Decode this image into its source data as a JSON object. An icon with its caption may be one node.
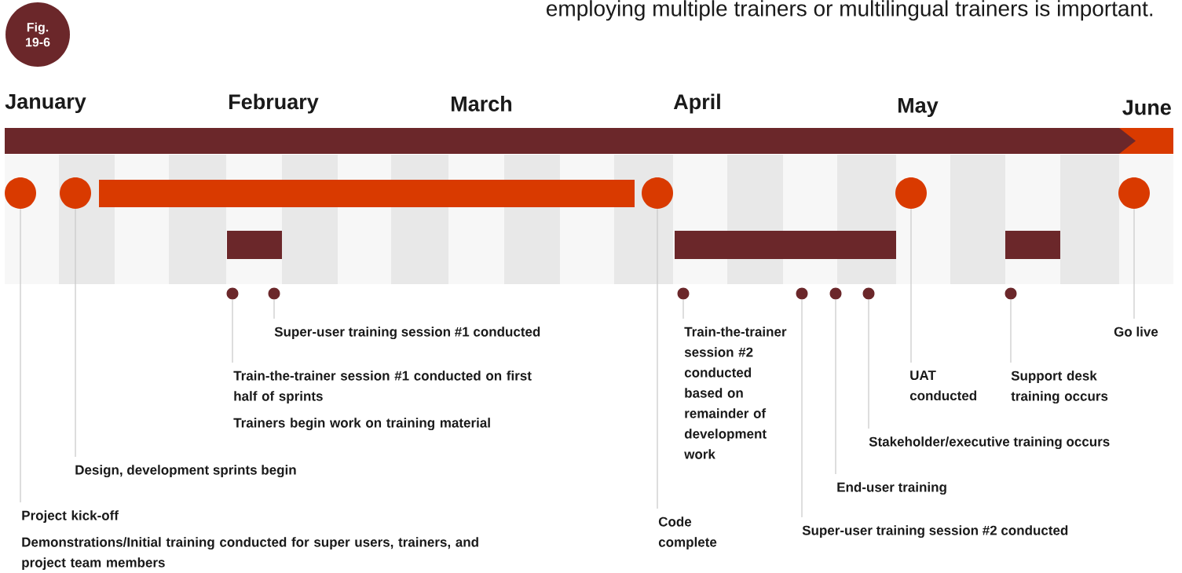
{
  "diagram": {
    "nodes": [
      {
        "text": [
          "Fig. 19-6"
        ]
      },
      {
        "text": [],
        "shape": "circle"
      },
      {
        "text": [],
        "shape": "circle"
      },
      {
        "text": [],
        "shape": "circle"
      },
      {
        "text": [],
        "shape": "circle"
      },
      {
        "text": [],
        "shape": "circle"
      },
      {
        "text": [],
        "shape": "circle"
      },
      {
        "text": [],
        "shape": "circle"
      },
      {
        "text": [],
        "shape": "circle"
      },
      {
        "text": [],
        "shape": "circle"
      },
      {
        "text": [],
        "shape": "circle"
      },
      {
        "text": [],
        "shape": "circle"
      },
      {
        "text": [],
        "shape": "circle"
      },
      {
        "text": [],
        "shape": "bar"
      },
      {
        "text": [],
        "shape": "bar"
      },
      {
        "text": [],
        "shape": "bar"
      },
      {
        "text": [],
        "shape": "bar"
      },
      {
        "text": [
          "Project kick-off",
          "Demonstrations/Initial training conducted for super users, trainers, and project team members"
        ]
      },
      {
        "text": [
          "Design, development sprints begin"
        ]
      },
      {
        "text": [
          "Train-the-trainer session #1 conducted on first half of sprints",
          "Trainers begin work on training material"
        ]
      },
      {
        "text": [
          "Super-user training session #1 conducted"
        ]
      },
      {
        "text": [
          "Train-the-trainer session #2 conducted based on remainder of development work"
        ]
      },
      {
        "text": [
          "Code complete"
        ]
      },
      {
        "text": [
          "Super-user training session #2 conducted"
        ]
      },
      {
        "text": [
          "End-user training"
        ]
      },
      {
        "text": [
          "Stakeholder/executive training occurs"
        ]
      },
      {
        "text": [
          "UAT conducted"
        ]
      },
      {
        "text": [
          "Support desk training occurs"
        ]
      },
      {
        "text": [
          "Go live"
        ]
      }
    ],
    "edges": [
      {
        "from": 17,
        "to": 1,
        "arrow": "none"
      },
      {
        "from": 18,
        "to": 2,
        "arrow": "none"
      },
      {
        "from": 19,
        "to": 6,
        "arrow": "none"
      },
      {
        "from": 20,
        "to": 7,
        "arrow": "none"
      },
      {
        "from": 21,
        "to": 8,
        "arrow": "none"
      },
      {
        "from": 22,
        "to": 3,
        "arrow": "none"
      },
      {
        "from": 23,
        "to": 9,
        "arrow": "none"
      },
      {
        "from": 24,
        "to": 10,
        "arrow": "none"
      },
      {
        "from": 25,
        "to": 11,
        "arrow": "none"
      },
      {
        "from": 26,
        "to": 4,
        "arrow": "none"
      },
      {
        "from": 27,
        "to": 12,
        "arrow": "none"
      },
      {
        "from": 28,
        "to": 5,
        "arrow": "none"
      }
    ],
    "labels": [
      "employing multiple trainers or multilingual trainers is important.",
      "January",
      "February",
      "March",
      "April",
      "May",
      "June"
    ]
  }
}
